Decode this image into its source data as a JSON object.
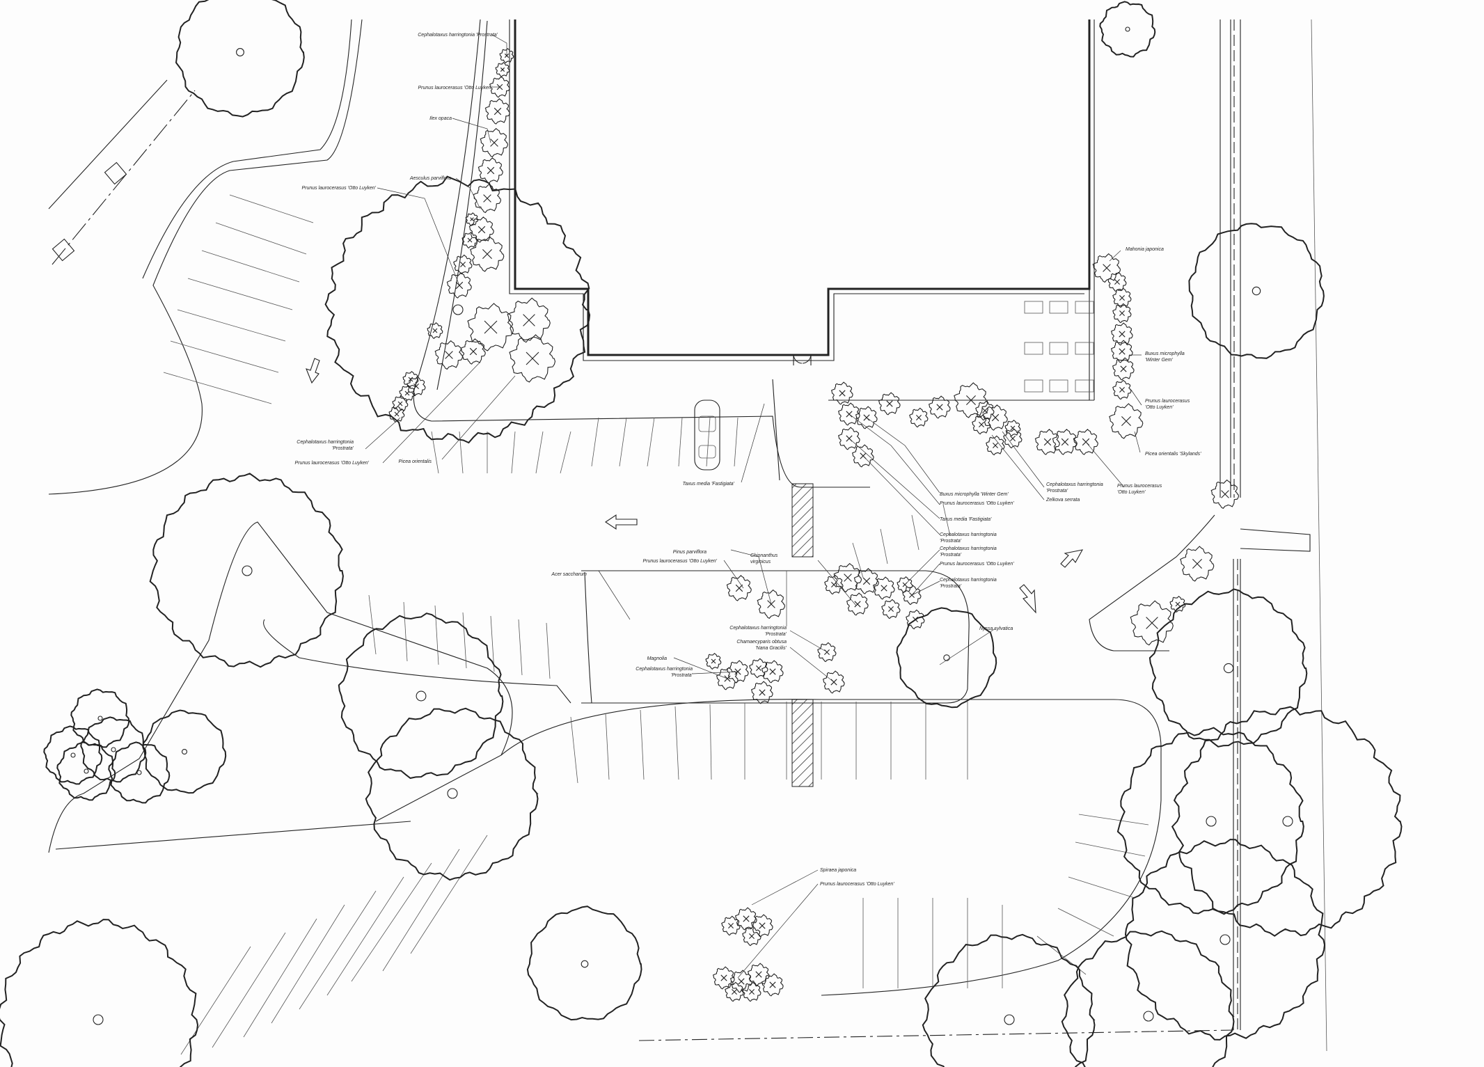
{
  "colors": {
    "ink": "#222222",
    "paper": "#fdfdfd"
  },
  "labels": [
    "Cephalotaxus harringtonia 'Prostrata'",
    "Prunus laurocerasus 'Otto Luyken'",
    "Ilex opaca",
    "Aesculus parviflora",
    "Prunus laurocerasus 'Otto Luyken'",
    "Cephalotaxus harringtonia\n'Prostrata'",
    "Prunus laurocerasus 'Otto Luyken'",
    "Picea orientalis",
    "Taxus media 'Fastigiata'",
    "Mahonia japonica",
    "Buxus microphylla\n'Winter Gem'",
    "Prunus laurocerasus\n'Otto Luyken'",
    "Picea orientalis 'Skylands'",
    "Cephalotaxus harringtonia\n'Prostrata'",
    "Zelkova serrata",
    "Prunus laurocerasus\n'Otto Luyken'",
    "Buxus microphylla 'Winter Gem'",
    "Prunus laurocerasus 'Otto Luyken'",
    "Taxus media 'Fastigiata'",
    "Cephalotaxus harringtonia\n'Prostrata'",
    "Cephalotaxus harringtonia\n'Prostrata'",
    "Prunus laurocerasus 'Otto Luyken'",
    "Cephalotaxus harringtonia\n'Prostrata'",
    "Pinus parviflora",
    "Prunus laurocerasus 'Otto Luyken'",
    "Chionanthus\nvirginicus",
    "Acer saccharum",
    "Nyssa sylvatica",
    "Cephalotaxus harringtonia\n'Prostrata'",
    "Chamaecyparis obtusa\n'Nana Gracilis'",
    "Magnolia",
    "Cephalotaxus harringtonia\n'Prostrata'",
    "Spiraea japonica",
    "Prunus laurocerasus 'Otto Luyken'"
  ]
}
